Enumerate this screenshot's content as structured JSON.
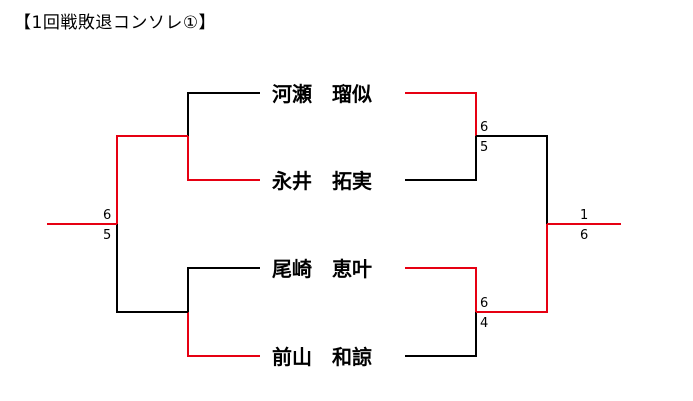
{
  "title": "【1回戦敗退コンソレ①】",
  "colors": {
    "win": "#e60012",
    "lose": "#000000"
  },
  "players": [
    {
      "name": "河瀬　瑠似"
    },
    {
      "name": "永井　拓実"
    },
    {
      "name": "尾崎　恵叶"
    },
    {
      "name": "前山　和諒"
    }
  ],
  "scores": {
    "left_top": "6",
    "left_bottom": "5",
    "right_top_upper": "6",
    "right_top_lower": "5",
    "right_bottom_upper": "6",
    "right_bottom_lower": "4",
    "right_final_upper": "1",
    "right_final_lower": "6"
  }
}
